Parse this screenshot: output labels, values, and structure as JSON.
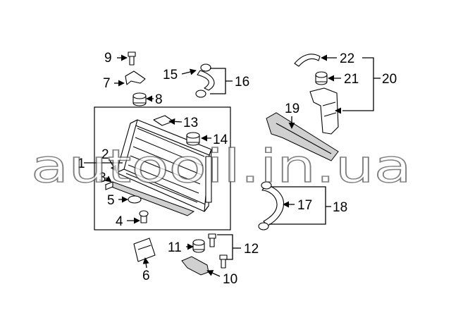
{
  "callouts": {
    "c1": "1",
    "c2": "2",
    "c3": "3",
    "c4": "4",
    "c5": "5",
    "c6": "6",
    "c7": "7",
    "c8": "8",
    "c9": "9",
    "c10": "10",
    "c11": "11",
    "c12": "12",
    "c13": "13",
    "c14": "14",
    "c15": "15",
    "c16": "16",
    "c17": "17",
    "c18": "18",
    "c19": "19",
    "c20": "20",
    "c21": "21",
    "c22": "22"
  },
  "watermark": "autooil.in.ua"
}
